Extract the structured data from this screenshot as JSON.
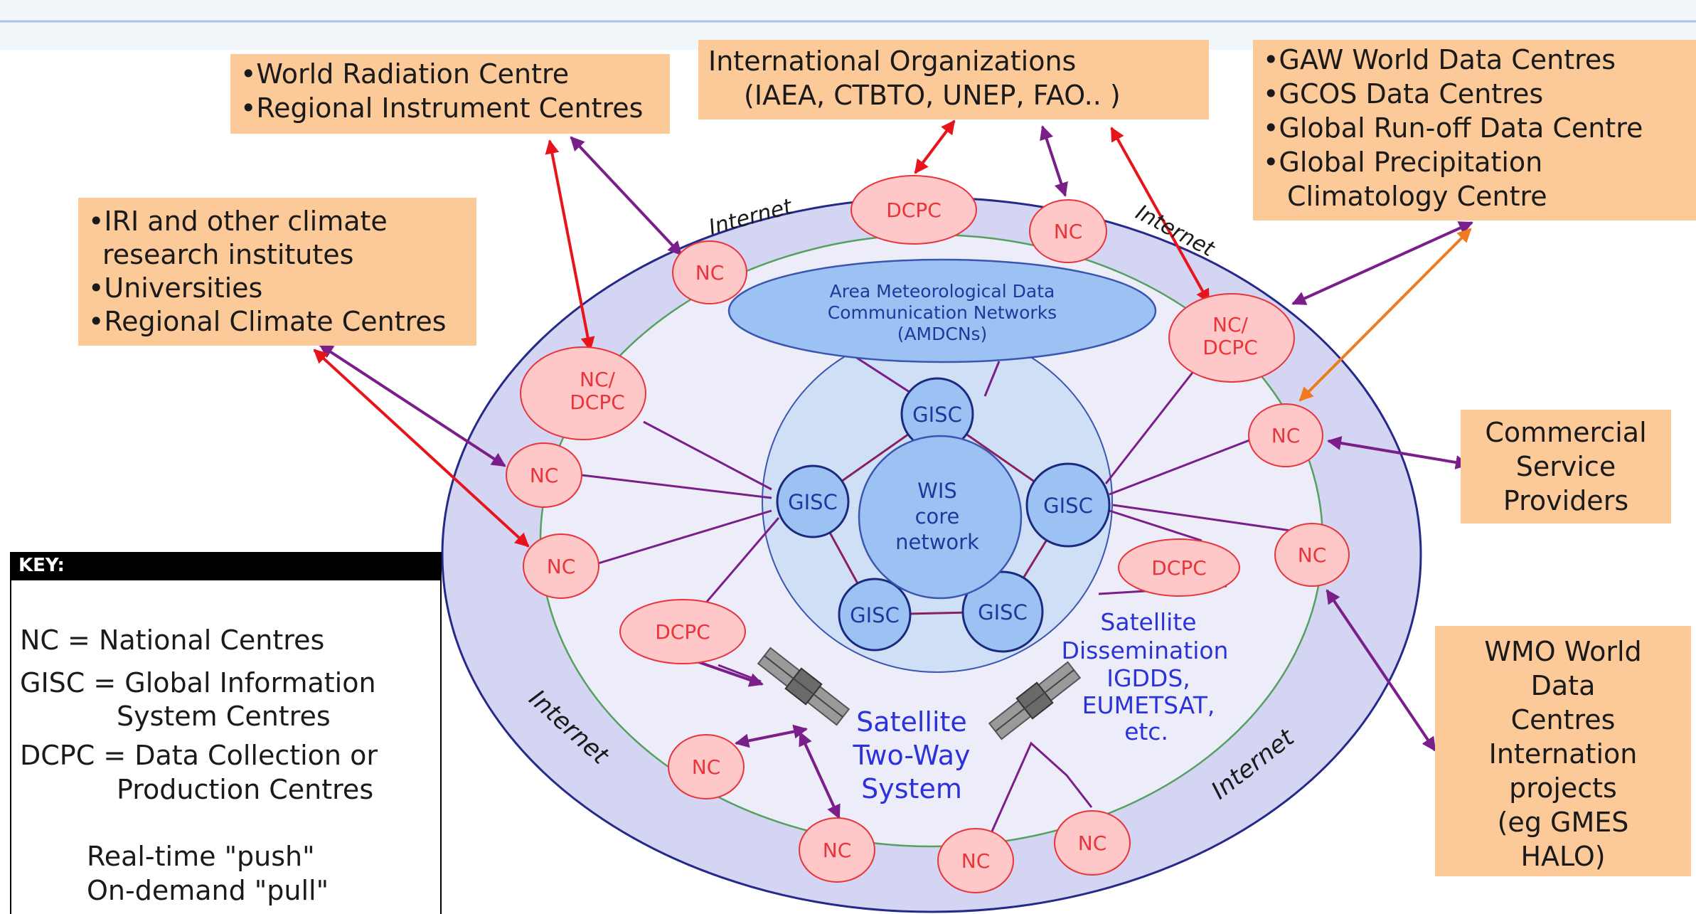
{
  "title_fragment": "y p",
  "boxes": {
    "wrc": [
      "•World Radiation Centre",
      "•Regional Instrument Centres"
    ],
    "intl": [
      "International Organizations",
      "(IAEA, CTBTO, UNEP, FAO.. )"
    ],
    "gaw": [
      "•GAW World Data Centres",
      "•GCOS Data Centres",
      "•Global Run-off Data Centre",
      "•Global Precipitation",
      "Climatology Centre"
    ],
    "iri": [
      "•IRI and other climate",
      "research institutes",
      "•Universities",
      "•Regional Climate Centres"
    ],
    "commercial": [
      "Commercial",
      "Service",
      "Providers"
    ],
    "wmo": [
      "WMO World",
      "Data",
      "Centres",
      "Internation",
      "projects",
      "(eg GMES",
      "HALO)"
    ]
  },
  "labels": {
    "internet": "Internet",
    "amdcn": [
      "Area Meteorological Data",
      "Communication Networks",
      "(AMDCNs)"
    ],
    "core": [
      "WIS",
      "core",
      "network"
    ],
    "gisc": "GISC",
    "nc": "NC",
    "dcpc": "DCPC",
    "ncdcpc": [
      "NC/",
      "DCPC"
    ],
    "sat_dissem": [
      "Satellite",
      "Dissemination",
      "IGDDS,",
      "EUMETSAT,",
      "etc."
    ],
    "sat_twoway": [
      "Satellite",
      "Two-Way",
      "System"
    ]
  },
  "key": {
    "title": "KEY:",
    "nc_line": "NC    =  National Centres",
    "gisc_line1": "GISC =  Global Information",
    "gisc_line2": "System Centres",
    "dcpc_line1": "DCPC = Data Collection or",
    "dcpc_line2": "Production Centres",
    "push": "Real-time \"push\"",
    "pull": "On-demand \"pull\""
  },
  "colors": {
    "box": "#fcc998",
    "outer_ring": "#d2d2f2",
    "node_fill": "#ffc8c8",
    "node_text": "#e8343a",
    "gisc_fill": "#9cc2f4",
    "push_arrow": "#7a1e8a",
    "pull_arrow": "#e8141c",
    "orange_arrow": "#f07a20",
    "blue_text": "#2b33d8"
  }
}
